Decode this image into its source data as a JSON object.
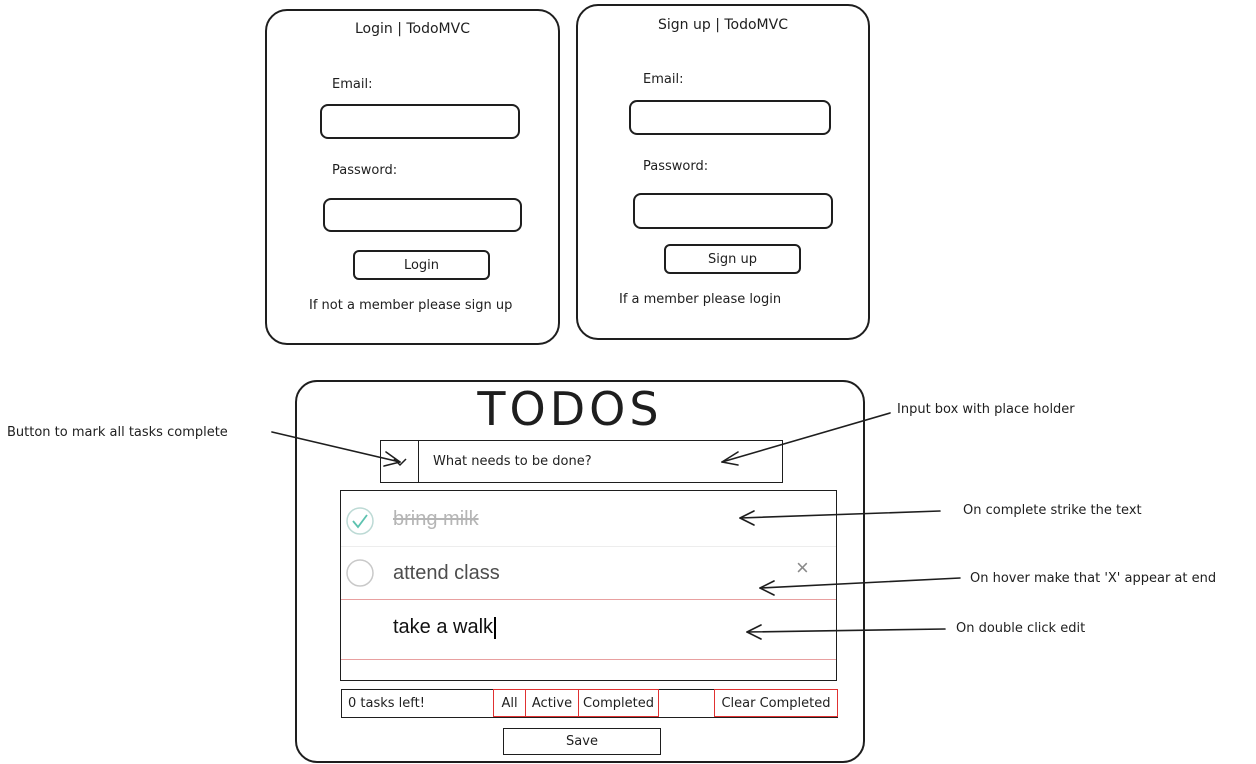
{
  "login": {
    "title": "Login | TodoMVC",
    "email_label": "Email:",
    "password_label": "Password:",
    "button_label": "Login",
    "footer_note": "If not a member please sign up"
  },
  "signup": {
    "title": "Sign up | TodoMVC",
    "email_label": "Email:",
    "password_label": "Password:",
    "button_label": "Sign up",
    "footer_note": "If a member please login"
  },
  "todo_app": {
    "title": "TODOS",
    "new_todo_placeholder": "What needs to be done?",
    "toggle_all_icon": "chevron-down-icon",
    "items": [
      {
        "text": "bring milk",
        "completed": true
      },
      {
        "text": "attend class",
        "completed": false,
        "delete_label": "×"
      },
      {
        "text": "take a walk",
        "editing": true
      }
    ],
    "footer": {
      "count_text": "0 tasks left!",
      "filters": [
        "All",
        "Active",
        "Completed"
      ],
      "clear_label": "Clear Completed"
    },
    "save_label": "Save"
  },
  "annotations": {
    "toggle_all": "Button to mark all tasks complete",
    "input_placeholder": "Input box with place holder",
    "strike": "On complete strike the text",
    "hover_x": "On hover make that 'X' appear at end",
    "double_click": "On double click edit"
  },
  "colors": {
    "ink": "#1e1e1e",
    "check_green": "#5dc2af",
    "filter_border": "#e03131",
    "edit_line": "#e8a0a0",
    "completed_text": "#b5b5b5"
  }
}
